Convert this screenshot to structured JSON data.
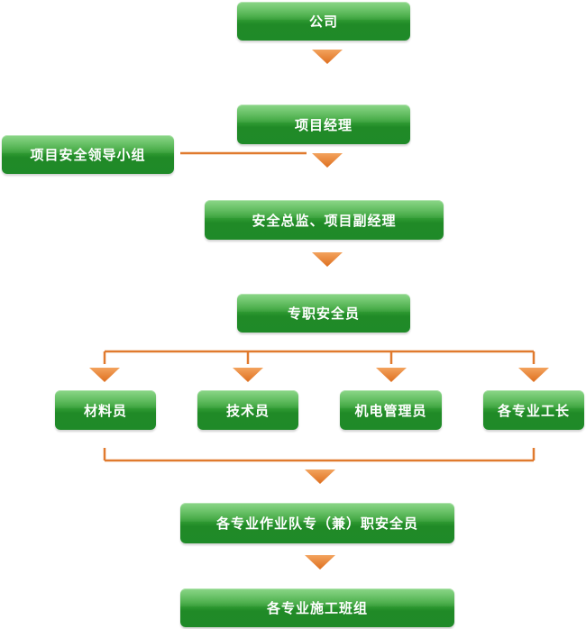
{
  "nodes": {
    "company": "公司",
    "project_manager": "项目经理",
    "safety_leading_group": "项目安全领导小组",
    "safety_director": "安全总监、项目副经理",
    "fulltime_safety_officer": "专职安全员",
    "material_officer": "材料员",
    "technician": "技术员",
    "mech_elec_manager": "机电管理员",
    "trade_foremen": "各专业工长",
    "team_safety_officers": "各专业作业队专（兼）职安全员",
    "construction_teams": "各专业施工班组"
  },
  "colors": {
    "box_green": "#2a9a2f",
    "connector_orange": "#e07a2e"
  }
}
